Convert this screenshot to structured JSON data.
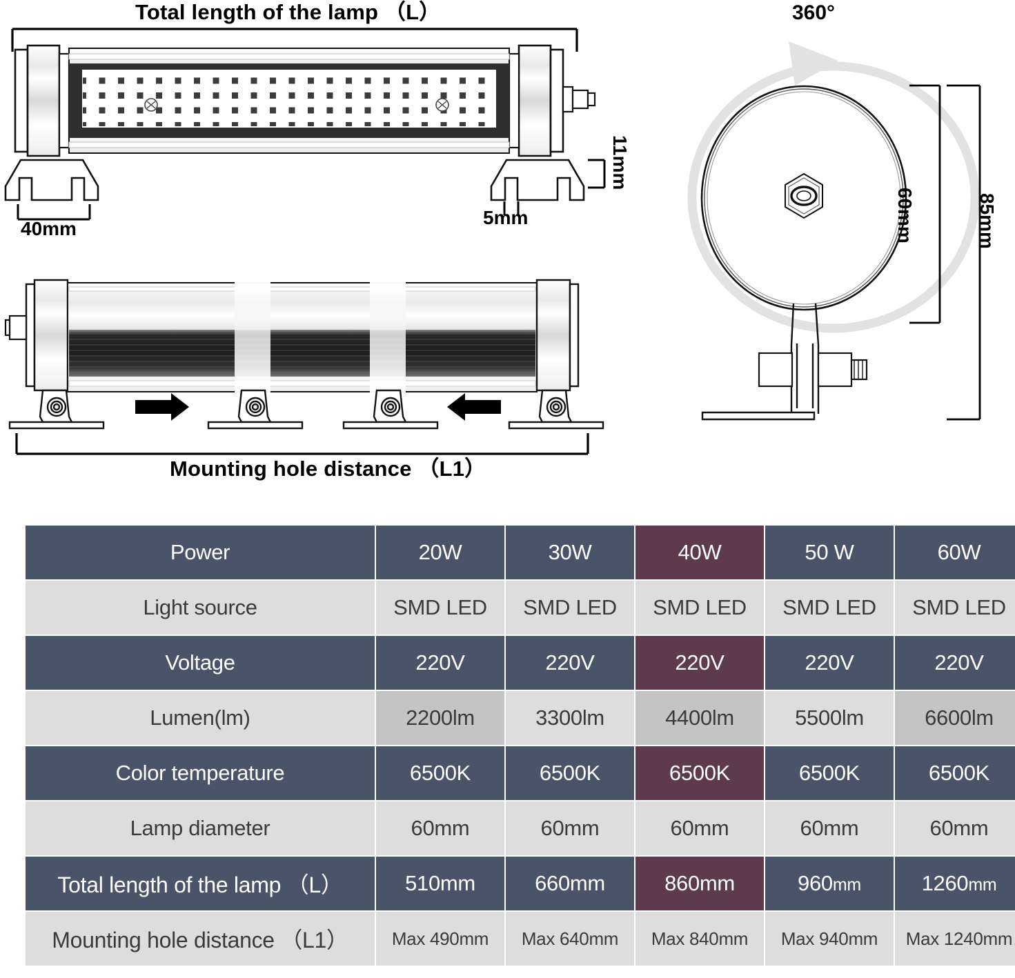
{
  "diagram": {
    "top_view_title": "Total length of the lamp （L）",
    "bottom_view_title": "Mounting hole distance （L1）",
    "rotation_label": "360°",
    "dim_bracket_width": "40mm",
    "dim_slot_width": "5mm",
    "dim_bracket_height": "11mm",
    "dim_lamp_diameter": "60mm",
    "dim_overall_height": "85mm"
  },
  "table": {
    "colors": {
      "header_dark": "#4a5468",
      "highlight": "#5d3b4d",
      "row_light": "#dddddd",
      "cell_shade": "#c4c4c4",
      "text_light": "#ffffff",
      "text_dark": "#3a3a3a"
    },
    "highlight_column_index": 2,
    "rows": [
      {
        "label": "Power",
        "values": [
          "20W",
          "30W",
          "40W",
          "50 W",
          "60W"
        ]
      },
      {
        "label": "Light source",
        "values": [
          "SMD LED",
          "SMD LED",
          "SMD LED",
          "SMD LED",
          "SMD LED"
        ]
      },
      {
        "label": "Voltage",
        "values": [
          "220V",
          "220V",
          "220V",
          "220V",
          "220V"
        ]
      },
      {
        "label": "Lumen(lm)",
        "values": [
          "2200lm",
          "3300lm",
          "4400lm",
          "5500lm",
          "6600lm"
        ]
      },
      {
        "label": "Color temperature",
        "values": [
          "6500K",
          "6500K",
          "6500K",
          "6500K",
          "6500K"
        ]
      },
      {
        "label": "Lamp diameter",
        "values": [
          "60mm",
          "60mm",
          "60mm",
          "60mm",
          "60mm"
        ]
      },
      {
        "label": "Total length of the lamp （L）",
        "values": [
          "510mm",
          "660mm",
          "860mm",
          "960mm",
          "1260mm"
        ]
      },
      {
        "label": "Mounting hole distance （L1）",
        "values": [
          "Max 490mm",
          "Max 640mm",
          "Max 840mm",
          "Max 940mm",
          "Max 1240mm"
        ]
      }
    ]
  }
}
